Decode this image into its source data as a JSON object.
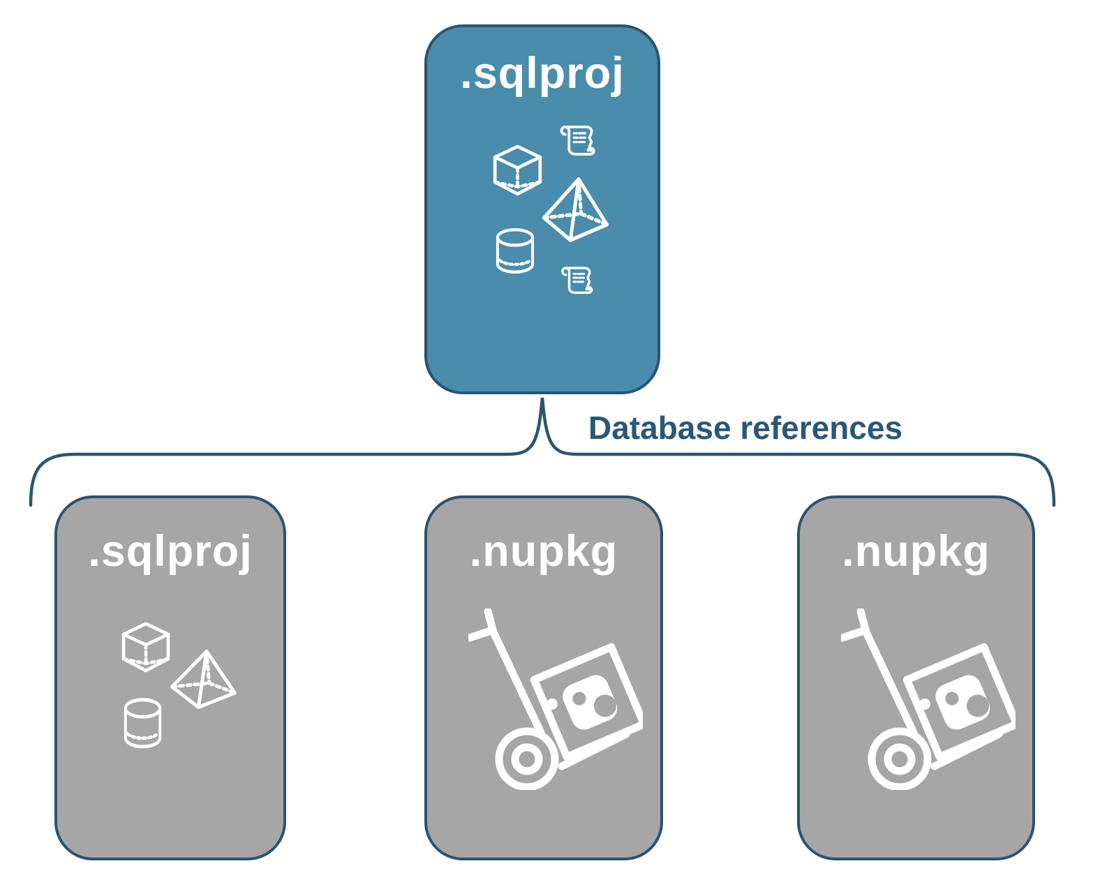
{
  "colors": {
    "accent_fill": "#4A8CAC",
    "outline_blue": "#2A5470",
    "gray_fill": "#A6A6A6",
    "connector_text": "#2B5777",
    "icon_stroke": "#FFFFFF"
  },
  "root_box": {
    "label": ".sqlproj",
    "icons": [
      "cube-icon",
      "script-scroll-icon",
      "pyramid-icon",
      "cylinder-icon",
      "script-scroll-icon"
    ]
  },
  "connector": {
    "label": "Database references"
  },
  "child_boxes": [
    {
      "label": ".sqlproj",
      "icons": [
        "cube-icon",
        "pyramid-icon",
        "cylinder-icon"
      ]
    },
    {
      "label": ".nupkg",
      "icons": [
        "package-dolly-icon"
      ]
    },
    {
      "label": ".nupkg",
      "icons": [
        "package-dolly-icon"
      ]
    }
  ]
}
